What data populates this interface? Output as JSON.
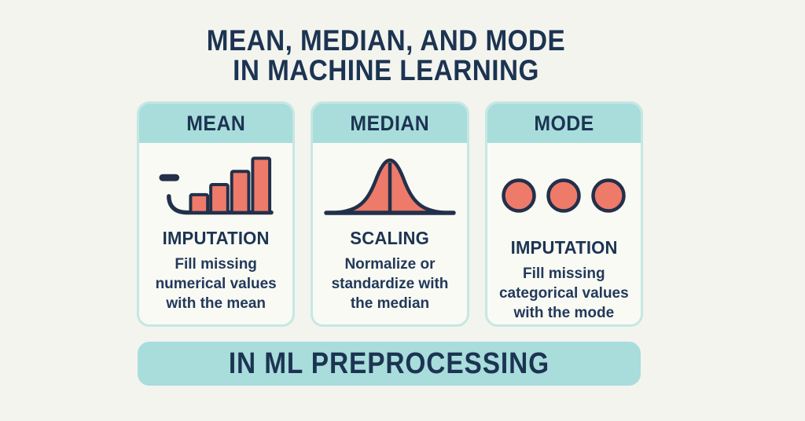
{
  "title": {
    "line1": "MEAN, MEDIAN, AND MODE",
    "line2": "IN MACHINE LEARNING"
  },
  "cards": [
    {
      "title": "MEAN",
      "icon": "bar-chart-icon",
      "subtitle": "IMPUTATION",
      "description_lines": [
        "Fill missing",
        "numerical values",
        "with the mean"
      ]
    },
    {
      "title": "MEDIAN",
      "icon": "bell-curve-icon",
      "subtitle": "SCALING",
      "description_lines": [
        "Normalize or",
        "standardize with",
        "the median"
      ]
    },
    {
      "title": "MODE",
      "icon": "three-circles-icon",
      "subtitle": "IMPUTATION",
      "description_lines": [
        "Fill missing",
        "categorical values",
        "with the mode"
      ]
    }
  ],
  "banner": {
    "label": "IN ML PREPROCESSING"
  },
  "colors": {
    "background": "#f3f4ee",
    "navy_text": "#1c3452",
    "teal_fill": "#a8dddc",
    "card_background": "#f9faf4",
    "card_border": "#c6e7e3",
    "coral_fill": "#ee7a6a",
    "icon_outline": "#22304a"
  }
}
